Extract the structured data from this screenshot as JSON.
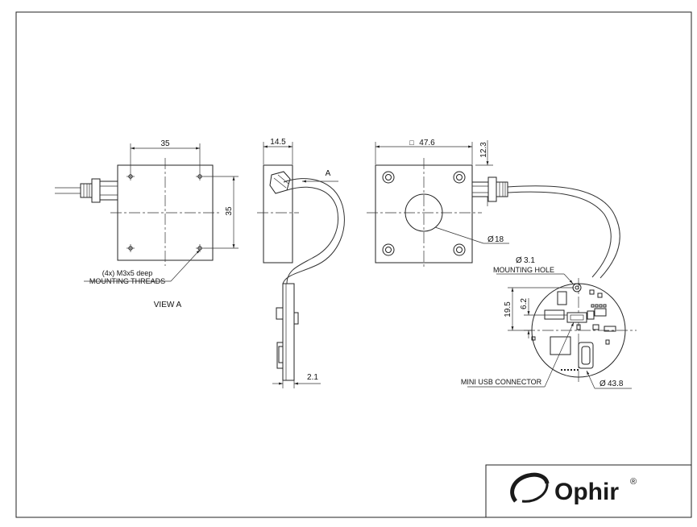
{
  "view_left": {
    "dim_width": "35",
    "dim_height": "35",
    "threads_qty": "(4x) M3x5 deep",
    "threads_label": "MOUNTING THREADS",
    "caption": "VIEW A"
  },
  "view_side": {
    "dim_thickness": "14.5",
    "dim_pcb": "2.1",
    "view_arrow_label": "A"
  },
  "view_front": {
    "dim_width": "47.6",
    "square_symbol": "□",
    "dim_offset": "12.3",
    "dim_aperture": "18",
    "diameter_symbol": "Ø"
  },
  "pcb": {
    "hole_dia": "3.1",
    "hole_label": "MOUNTING HOLE",
    "dim_19_5": "19.5",
    "dim_6_2": "6.2",
    "usb_label": "MINI USB CONNECTOR",
    "board_dia": "43.8"
  },
  "logo": {
    "word": "Ophir",
    "registered": "®"
  }
}
